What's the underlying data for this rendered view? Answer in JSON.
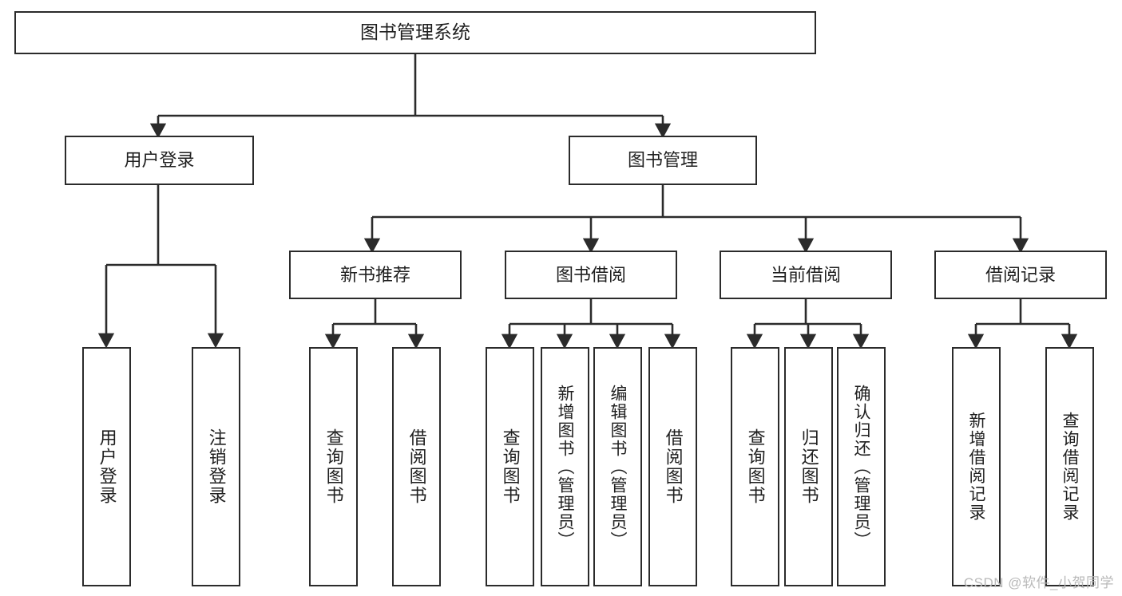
{
  "diagram": {
    "title": "图书管理系统",
    "type": "tree-hierarchy",
    "root": {
      "id": "root",
      "label": "图书管理系统"
    },
    "level1": [
      {
        "id": "user-login",
        "label": "用户登录"
      },
      {
        "id": "book-management",
        "label": "图书管理"
      }
    ],
    "level2": [
      {
        "id": "new-book-recommend",
        "label": "新书推荐",
        "parent": "book-management"
      },
      {
        "id": "book-borrow",
        "label": "图书借阅",
        "parent": "book-management"
      },
      {
        "id": "current-borrow",
        "label": "当前借阅",
        "parent": "book-management"
      },
      {
        "id": "borrow-record",
        "label": "借阅记录",
        "parent": "book-management"
      }
    ],
    "leaves": [
      {
        "id": "leaf-user-login",
        "label": "用户登录",
        "parent": "user-login"
      },
      {
        "id": "leaf-logout-login",
        "label": "注销登录",
        "parent": "user-login"
      },
      {
        "id": "leaf-query-book-1",
        "label": "查询图书",
        "parent": "new-book-recommend"
      },
      {
        "id": "leaf-borrow-book-1",
        "label": "借阅图书",
        "parent": "new-book-recommend"
      },
      {
        "id": "leaf-query-book-2",
        "label": "查询图书",
        "parent": "book-borrow"
      },
      {
        "id": "leaf-add-book",
        "label": "新增图书（管理员）",
        "parent": "book-borrow"
      },
      {
        "id": "leaf-edit-book",
        "label": "编辑图书（管理员）",
        "parent": "book-borrow"
      },
      {
        "id": "leaf-borrow-book-2",
        "label": "借阅图书",
        "parent": "book-borrow"
      },
      {
        "id": "leaf-query-book-3",
        "label": "查询图书",
        "parent": "current-borrow"
      },
      {
        "id": "leaf-return-book",
        "label": "归还图书",
        "parent": "current-borrow"
      },
      {
        "id": "leaf-confirm-return",
        "label": "确认归还（管理员）",
        "parent": "current-borrow"
      },
      {
        "id": "leaf-add-record",
        "label": "新增借阅记录",
        "parent": "borrow-record"
      },
      {
        "id": "leaf-query-record",
        "label": "查询借阅记录",
        "parent": "borrow-record"
      }
    ]
  },
  "watermark": {
    "text": "CSDN @软件_小贺同学"
  },
  "colors": {
    "stroke": "#2b2b2b",
    "background": "#ffffff",
    "text": "#1f1f1f",
    "watermark": "#b9b9b9"
  }
}
